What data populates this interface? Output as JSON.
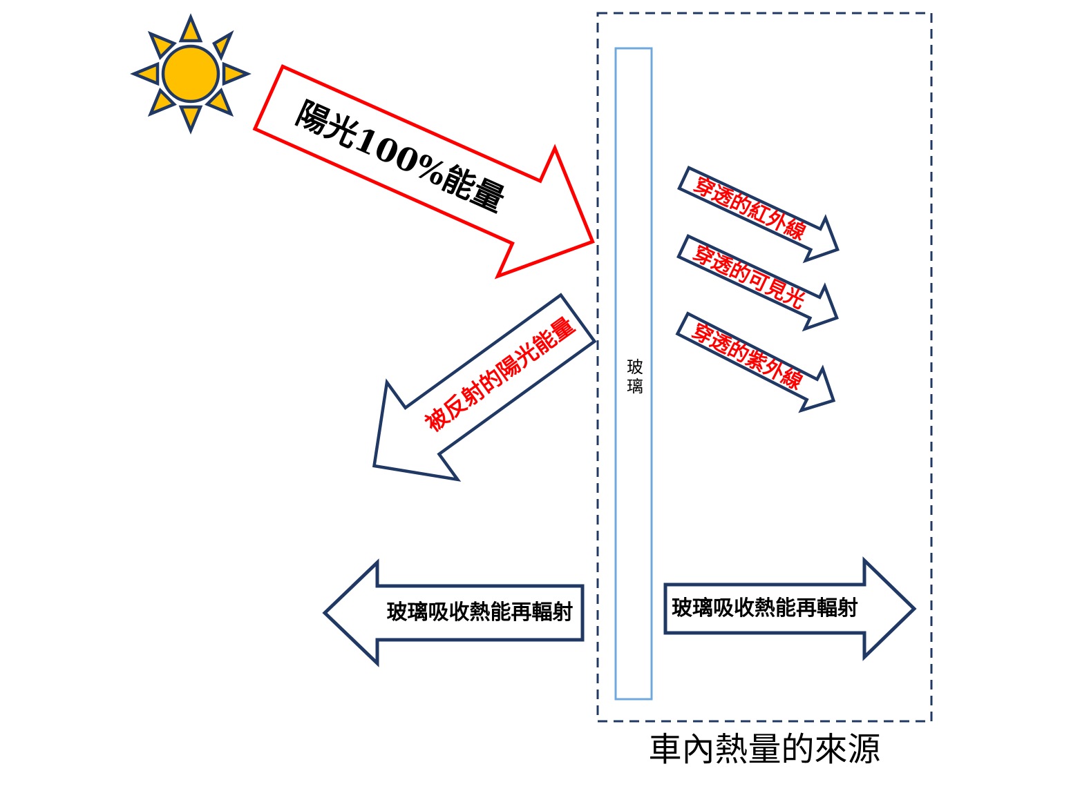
{
  "diagram": {
    "title": "車內熱量的來源",
    "glass": {
      "label": "玻璃"
    },
    "sun": {
      "icon": "sun-icon"
    },
    "arrows": {
      "sunlight": {
        "label": "陽光100%能量",
        "text_color": "#000000",
        "outline_color": "#ff0000"
      },
      "reflected": {
        "label": "被反射的陽光能量",
        "text_color": "#ff0000",
        "outline_color": "#1f3864"
      },
      "infrared": {
        "label": "穿透的紅外線",
        "text_color": "#ff0000",
        "outline_color": "#1f3864"
      },
      "visible_light": {
        "label": "穿透的可見光",
        "text_color": "#ff0000",
        "outline_color": "#1f3864"
      },
      "ultraviolet": {
        "label": "穿透的紫外線",
        "text_color": "#ff0000",
        "outline_color": "#1f3864"
      },
      "reradiate_left": {
        "label": "玻璃吸收熱能再輻射",
        "text_color": "#000000",
        "outline_color": "#1f3864"
      },
      "reradiate_right": {
        "label": "玻璃吸收熱能再輻射",
        "text_color": "#000000",
        "outline_color": "#1f3864"
      }
    },
    "colors": {
      "red": "#ff0000",
      "navy": "#1f3864",
      "glass_blue": "#6fa8dc",
      "sun_gold": "#ffc000"
    }
  }
}
